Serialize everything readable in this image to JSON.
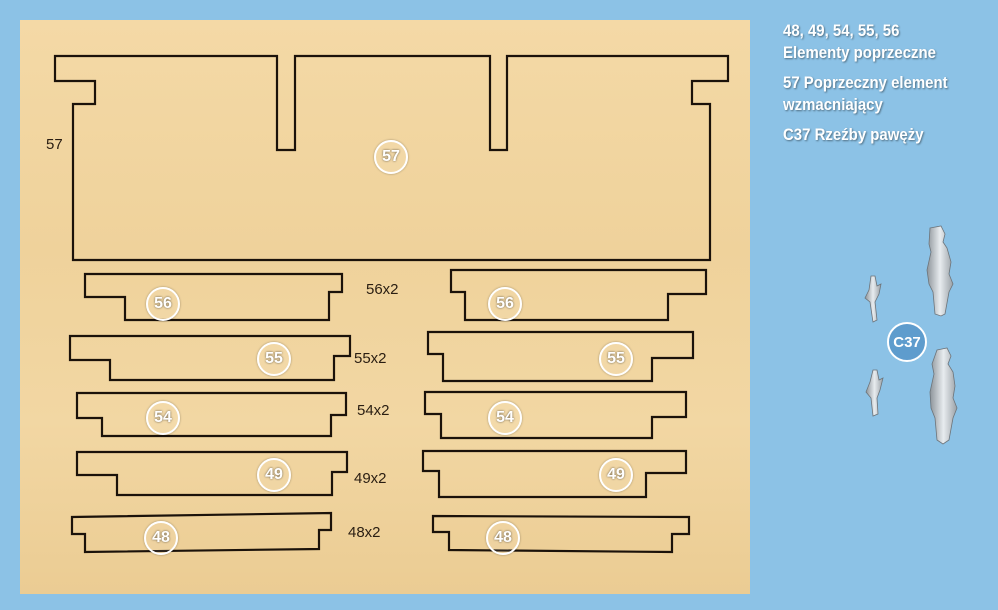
{
  "board": {
    "label_57": "57",
    "qty": {
      "p56": "56x2",
      "p55": "55x2",
      "p54": "54x2",
      "p49": "49x2",
      "p48": "48x2"
    },
    "badges": {
      "b57": "57",
      "b56": "56",
      "b55": "55",
      "b54": "54",
      "b49": "49",
      "b48": "48"
    }
  },
  "legend": {
    "line1": "48, 49, 54, 55, 56",
    "line2": "Elementy poprzeczne",
    "line3": "57 Poprzeczny element",
    "line4": "wzmacniający",
    "line5": "C37 Rzeźby pawęży"
  },
  "figures": {
    "badge": "C37"
  },
  "colors": {
    "background": "#8cc2e6",
    "wood": "#f0d39d",
    "cut_line": "#1b120a",
    "badge_border": "#ffffff"
  }
}
